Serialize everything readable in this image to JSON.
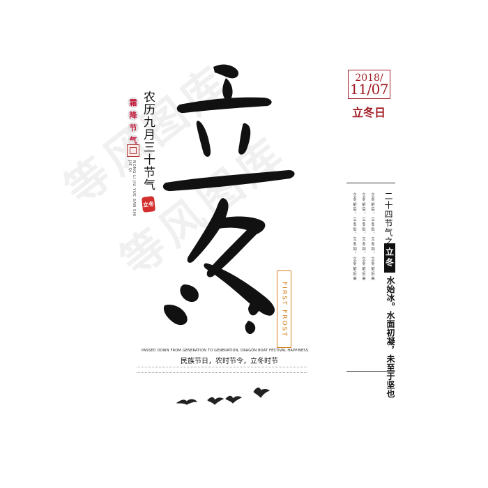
{
  "watermark": {
    "line1": "等风图库",
    "line2": "等风图库"
  },
  "date": {
    "year": "2018/",
    "month_day": "11/07"
  },
  "solar_term": "立冬日",
  "seals": {
    "top_chars": [
      "霜",
      "降",
      "节",
      "气"
    ],
    "red_seal": "立冬"
  },
  "left_column": {
    "lunar_text": "农历九月三十节气",
    "pinyin_text": "NONG LI JIU YUE SAN SHI JIE QI"
  },
  "main_title": "立冬",
  "first_frost": "FIRST FROST",
  "right_column": {
    "small_line_1": "立冬前后，立冬后，立冬到，立冬前后来",
    "small_line_2": "立冬前后，立冬后，立冬到，立冬前后来",
    "small_line_3": "立冬前后，立冬后，立冬到，立冬前后来",
    "twenty_four": "二十四节气之",
    "badge": "立冬",
    "quote": "水始冰。水面初凝，未至于坚也"
  },
  "bottom": {
    "english": "PASSED DOWN FROM GENERATION TO GENERATION, DRAGON BOAT FESTIVAL HAPPINESS.",
    "slogan": "民族节日，农时节令，立冬时节"
  },
  "colors": {
    "accent_red": "#a11a22",
    "frost_orange": "#d3801f",
    "ink": "#111111"
  }
}
